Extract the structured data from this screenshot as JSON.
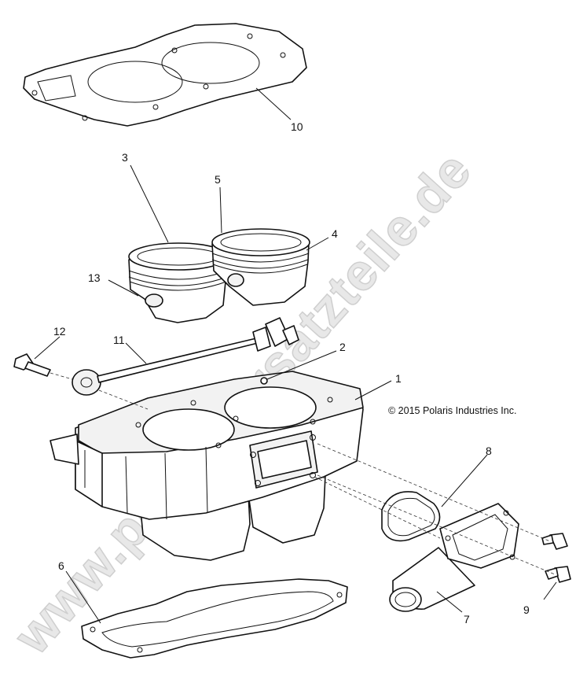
{
  "watermark": "www.polarisersatzteile.de",
  "copyright": "© 2015 Polaris Industries Inc.",
  "callouts": {
    "c1": "1",
    "c2": "2",
    "c3": "3",
    "c4": "4",
    "c5": "5",
    "c6": "6",
    "c7": "7",
    "c8": "8",
    "c9": "9",
    "c10": "10",
    "c11": "11",
    "c12": "12",
    "c13": "13"
  }
}
